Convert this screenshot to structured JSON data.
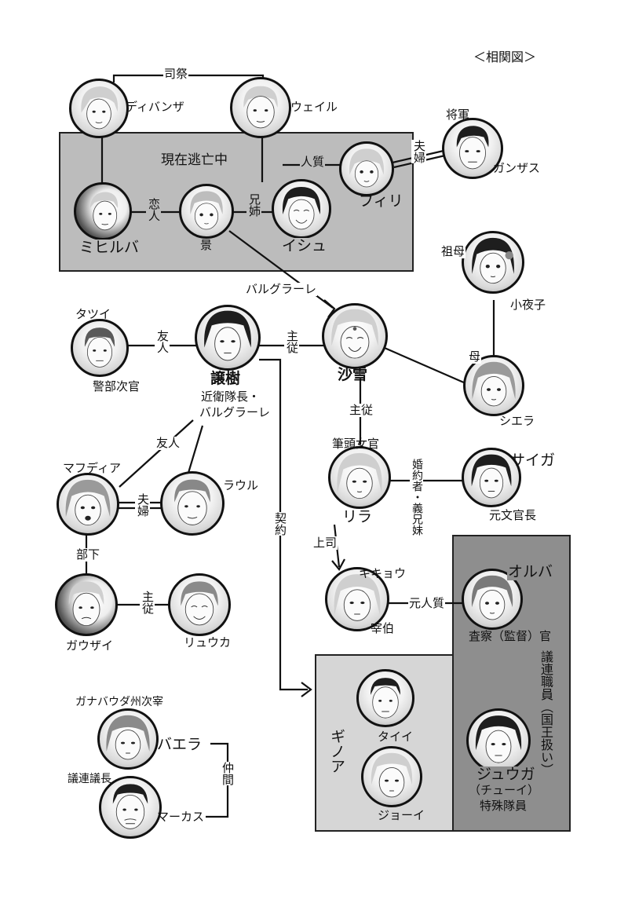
{
  "title": "＜相関図＞",
  "groups": {
    "fugitives": "現在逃亡中",
    "ginoa": "ギノア",
    "kenren": "議連職員（国王扱い）"
  },
  "relations": {
    "shisai": "司祭",
    "koibito": "恋人",
    "kyoudai": "兄姉",
    "hitojichi": "人質",
    "fuufu1": "夫婦",
    "barugura_edge": "バルグラーレ",
    "yuujin1": "友人",
    "shuju1": "主従",
    "sobo": "祖母",
    "haha": "母",
    "shuju2": "主従",
    "yuujin2": "友人",
    "fuufu2": "夫婦",
    "keiyaku": "契約",
    "konyakusha": "婚約者・義兄妹",
    "joushi": "上司",
    "buka": "部下",
    "shuju3": "主従",
    "moto_hitojichi": "元人質",
    "nakama": "仲間"
  },
  "characters": {
    "divanza": "ディバンザ",
    "weil": "ウェイル",
    "shogun": "将軍",
    "ganzasu": "ガンザス",
    "firi": "フィリ",
    "mihiruba": "ミヒルバ",
    "kei": "景",
    "ishu": "イシュ",
    "sobo_name": "小夜子",
    "tatsui": "タツイ",
    "tatsui_role": "警部次官",
    "jouju": "譲樹",
    "jouju_role1": "近衛隊長・",
    "jouju_role2": "バルグラーレ",
    "sayuki": "沙雪",
    "shiera": "シエラ",
    "hitto_role": "筆頭女官",
    "rira": "リラ",
    "saiga": "サイガ",
    "saiga_role": "元文官長",
    "mafudia": "マフディア",
    "rauru": "ラウル",
    "kikyou": "キキョウ",
    "kikyou_role": "宰伯",
    "oruba": "オルバ",
    "oruba_role": "査察（監督）官",
    "gauzai": "ガウザイ",
    "ryuuka": "リュウカ",
    "taii": "タイイ",
    "jouei": "ジョーイ",
    "juuga": "ジュウガ",
    "juuga_alias": "（チューイ）",
    "juuga_role": "特殊隊員",
    "baera_role": "ガナバウダ州次宰",
    "baera": "バエラ",
    "marcus_role": "議連議長",
    "marcus": "マーカス"
  }
}
